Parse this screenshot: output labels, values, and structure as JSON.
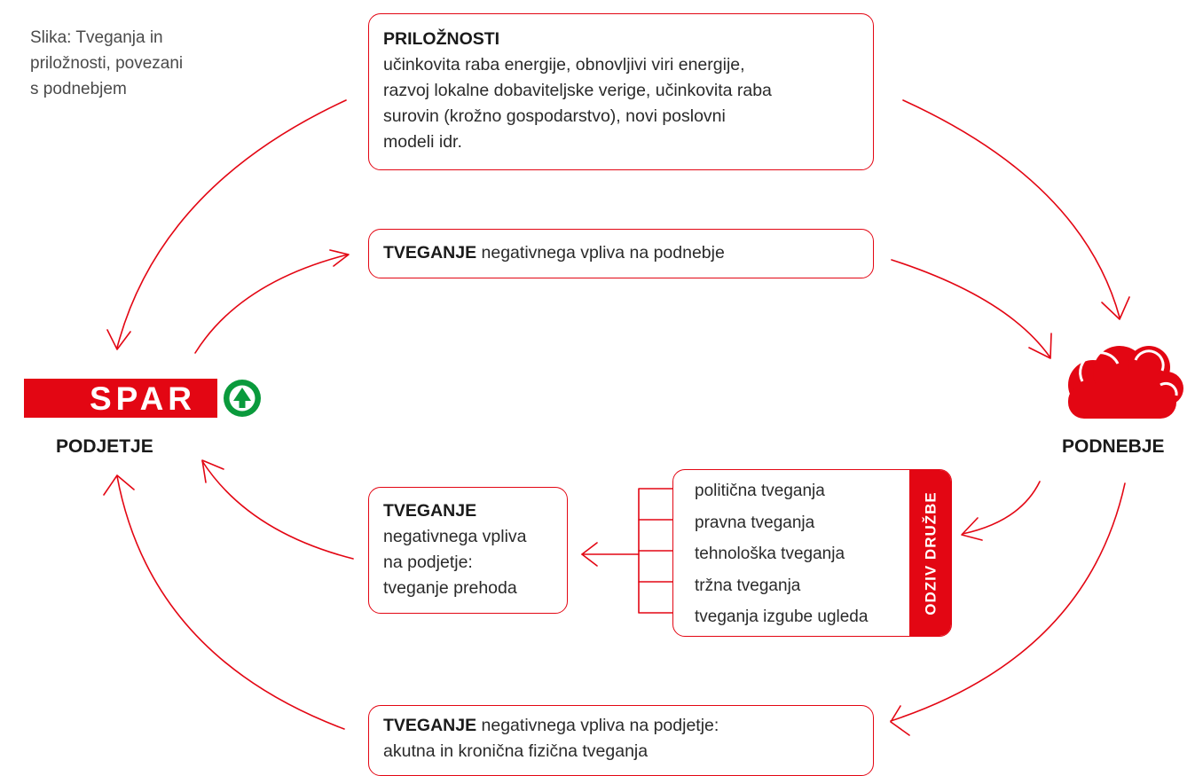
{
  "caption": [
    "Slika: Tveganja in",
    "priložnosti, povezani",
    "s podnebjem"
  ],
  "company": {
    "label": "PODJETJE",
    "logo_text": "SPAR",
    "logo_colors": {
      "bar": "#e30613",
      "text": "#ffffff",
      "tree": "#0a9a3c"
    }
  },
  "climate": {
    "label": "PODNEBJE",
    "icon": "cloud-icon"
  },
  "opportunities": {
    "title": "PRILOŽNOSTI",
    "lines": [
      "učinkovita raba energije, obnovljivi viri energije,",
      "razvoj lokalne dobaviteljske verige, učinkovita raba",
      "surovin (krožno gospodarstvo), novi poslovni",
      "modeli idr."
    ]
  },
  "risk_climate": {
    "bold": "TVEGANJE",
    "text": " negativnega vpliva na podnebje"
  },
  "risk_transition": {
    "title": "TVEGANJE",
    "lines": [
      "negativnega vpliva",
      "na podjetje:",
      "tveganje prehoda"
    ]
  },
  "risk_physical": {
    "bold": "TVEGANJE",
    "text": " negativnega vpliva na podjetje:",
    "line2": "akutna in kronična fizična tveganja"
  },
  "society_response": {
    "title": "ODZIV DRUŽBE",
    "items": [
      "politična tveganja",
      "pravna tveganja",
      "tehnološka tveganja",
      "tržna tveganja",
      "tveganja izgube ugleda"
    ]
  },
  "colors": {
    "accent": "#e30613",
    "text": "#222222",
    "caption": "#4a4a4a"
  }
}
